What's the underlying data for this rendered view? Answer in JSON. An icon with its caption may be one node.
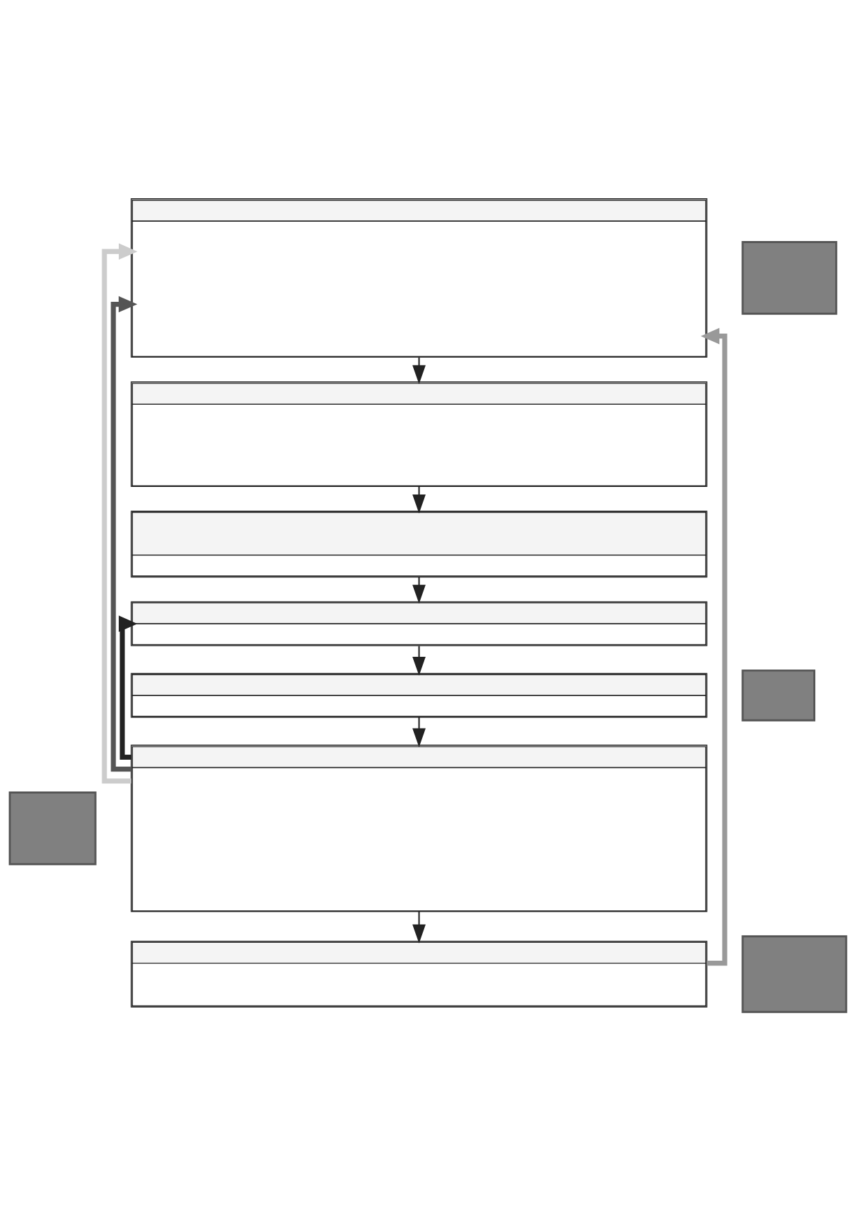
{
  "diagram": {
    "nodes": [
      {
        "text": [],
        "shape": "box"
      },
      {
        "text": [],
        "shape": "box"
      },
      {
        "text": [],
        "shape": "box"
      },
      {
        "text": [],
        "shape": "box"
      },
      {
        "text": [],
        "shape": "box"
      },
      {
        "text": [],
        "shape": "box"
      },
      {
        "text": [],
        "shape": "box"
      },
      {
        "text": [],
        "shape": "box"
      },
      {
        "text": [],
        "shape": "box"
      },
      {
        "text": [],
        "shape": "box"
      },
      {
        "text": [],
        "shape": "box"
      }
    ],
    "edges": [
      {
        "from": 0,
        "to": 1,
        "arrow": "to"
      },
      {
        "from": 1,
        "to": 2,
        "arrow": "to"
      },
      {
        "from": 2,
        "to": 3,
        "arrow": "to"
      },
      {
        "from": 3,
        "to": 4,
        "arrow": "to"
      },
      {
        "from": 4,
        "to": 5,
        "arrow": "to"
      },
      {
        "from": 5,
        "to": 6,
        "arrow": "to"
      },
      {
        "from": 5,
        "to": 3,
        "arrow": "to",
        "style": "thick"
      },
      {
        "from": 6,
        "to": 0,
        "arrow": "to",
        "style": "thick",
        "color": "#999999"
      },
      {
        "from": 5,
        "to": 0,
        "arrow": "to",
        "style": "thick",
        "color": "#555555"
      },
      {
        "from": 5,
        "to": 0,
        "arrow": "to",
        "style": "thick",
        "color": "#cccccc"
      }
    ]
  }
}
